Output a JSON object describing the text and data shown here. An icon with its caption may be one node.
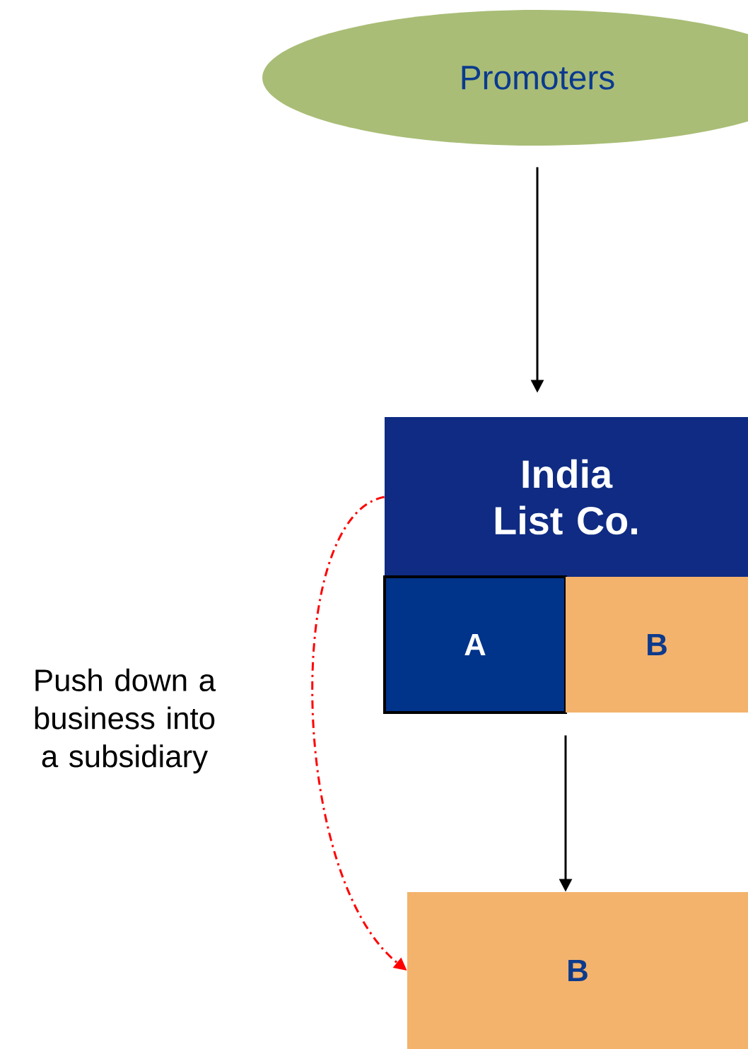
{
  "diagram": {
    "nodes": [
      {
        "text": [
          "Promoters"
        ]
      },
      {
        "text": [
          "India List Co."
        ]
      },
      {
        "text": [
          "A"
        ]
      },
      {
        "text": [
          "B"
        ]
      },
      {
        "text": [
          "B"
        ]
      }
    ],
    "edges": [
      {
        "from": 0,
        "to": 1,
        "arrow": "to"
      },
      {
        "from": 3,
        "to": 4,
        "arrow": "to"
      },
      {
        "from": 1,
        "to": 4,
        "arrow": "to",
        "style": "dashed",
        "color": "#ff0000"
      }
    ],
    "labels": [
      "Push down a business into a subsidiary"
    ]
  }
}
